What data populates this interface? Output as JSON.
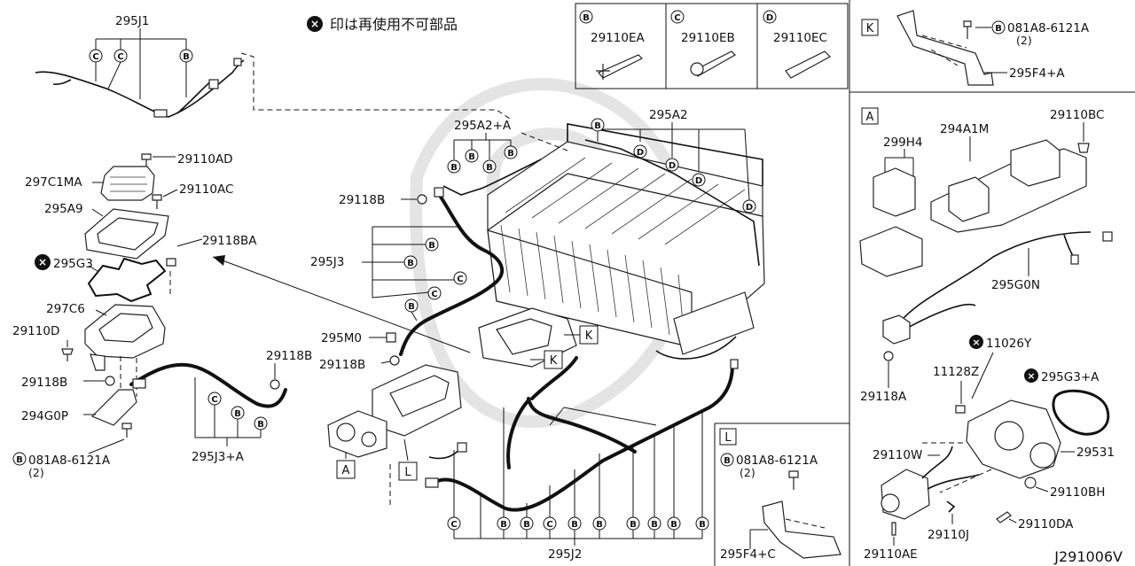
{
  "notice": "印は再使用不可部品",
  "diagram_code": "J291006V",
  "labels": {
    "p295J1": "295J1",
    "p29110AD": "29110AD",
    "p297C1MA": "297C1MA",
    "p29110AC": "29110AC",
    "p295A9": "295A9",
    "p29118BA": "29118BA",
    "p295G3": "295G3",
    "p297C6": "297C6",
    "p29110D": "29110D",
    "p29118B_a": "29118B",
    "p29118B_b": "29118B",
    "p294G0P": "294G0P",
    "p081A8_left": "081A8-6121A",
    "p081A8_left_qty": "(2)",
    "p295J3A": "295J3+A",
    "p295A2A": "295A2+A",
    "p295A2": "295A2",
    "p29118B_c": "29118B",
    "p295J3": "295J3",
    "p295M0": "295M0",
    "p29118B_d": "29118B",
    "p295J2": "295J2",
    "p29110EA": "29110EA",
    "p29110EB": "29110EB",
    "p29110EC": "29110EC",
    "p081A8_K": "081A8-6121A",
    "p081A8_K_qty": "(2)",
    "p295F4A": "295F4+A",
    "p299H4": "299H4",
    "p294A1M": "294A1M",
    "p29110BC": "29110BC",
    "p295G0N": "295G0N",
    "p29118A": "29118A",
    "p11026Y": "11026Y",
    "p11128Z": "11128Z",
    "p295G3A": "295G3+A",
    "p29110W": "29110W",
    "p29531": "29531",
    "p29110BH": "29110BH",
    "p29110J": "29110J",
    "p29110DA": "29110DA",
    "p29110AE": "29110AE",
    "p081A8_L": "081A8-6121A",
    "p081A8_L_qty": "(2)",
    "p295F4C": "295F4+C"
  },
  "callouts": {
    "B": "B",
    "C": "C",
    "D": "D"
  },
  "view_boxes": {
    "A": "A",
    "K": "K",
    "L": "L"
  }
}
